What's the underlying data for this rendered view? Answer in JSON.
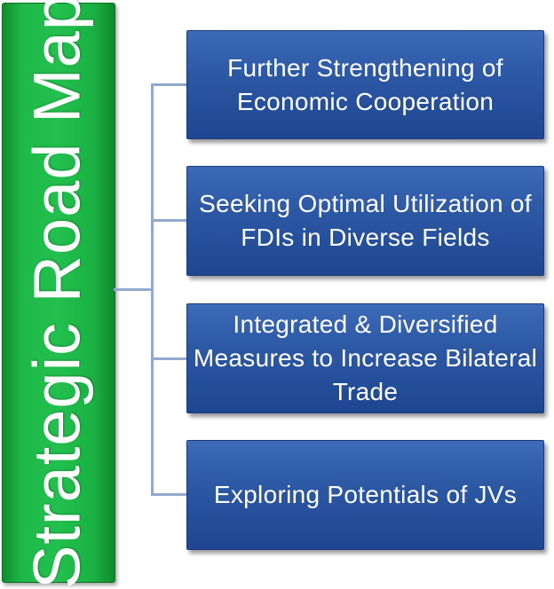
{
  "root": {
    "label": "Strategic Road Map"
  },
  "branches": [
    {
      "label": "Further Strengthening of Economic Cooperation"
    },
    {
      "label": "Seeking Optimal Utilization of FDIs in Diverse Fields"
    },
    {
      "label": "Integrated & Diversified Measures to Increase Bilateral Trade"
    },
    {
      "label": "Exploring Potentials of JVs"
    }
  ],
  "colors": {
    "root_fill": "#22c04e",
    "branch_fill": "#2c58a4",
    "connector": "#8fa9cf",
    "text": "#ffffff"
  }
}
